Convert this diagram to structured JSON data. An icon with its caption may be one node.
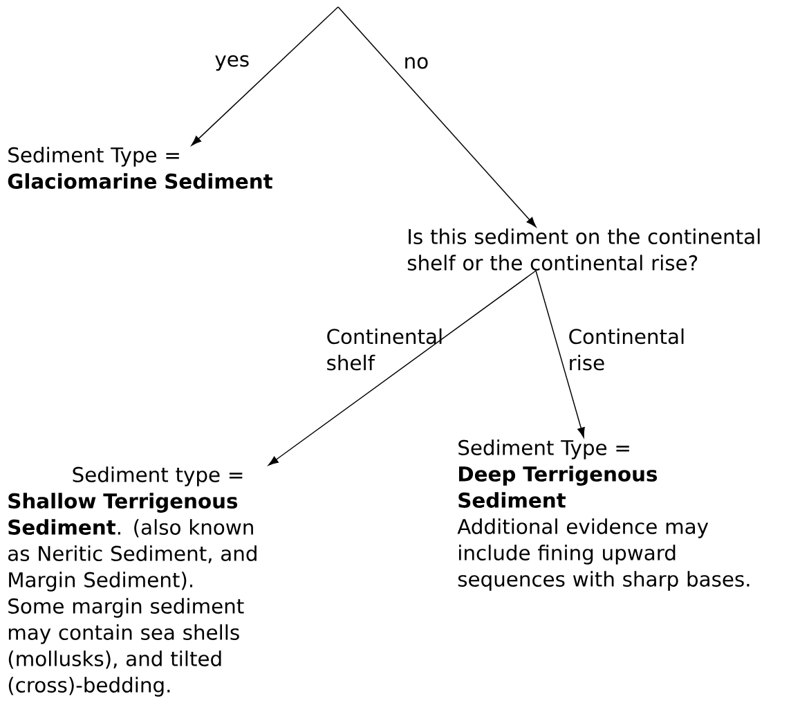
{
  "diagram": {
    "nodes": [
      {
        "text": [
          "Sediment Type =",
          "Glaciomarine Sediment"
        ]
      },
      {
        "text": [
          "Is this sediment on the continental shelf or the continental rise?"
        ]
      },
      {
        "text": [
          "Sediment type =",
          "**Shallow Terrigenous Sediment**. (also known as Neritic Sediment, and Margin Sediment).",
          "Some margin sediment may contain sea shells (mollusks), and tilted (cross)-bedding."
        ]
      },
      {
        "text": [
          "Sediment Type =",
          "Deep Terrigenous Sediment",
          "Additional evidence may include fining upward sequences with sharp bases."
        ]
      }
    ],
    "edges": [
      {
        "from": null,
        "to": 0,
        "arrow": "to",
        "label": "yes"
      },
      {
        "from": null,
        "to": 1,
        "arrow": "to",
        "label": "no"
      },
      {
        "from": 1,
        "to": 2,
        "arrow": "to",
        "label": "Continental shelf"
      },
      {
        "from": 1,
        "to": 3,
        "arrow": "to",
        "label": "Continental rise"
      }
    ]
  }
}
